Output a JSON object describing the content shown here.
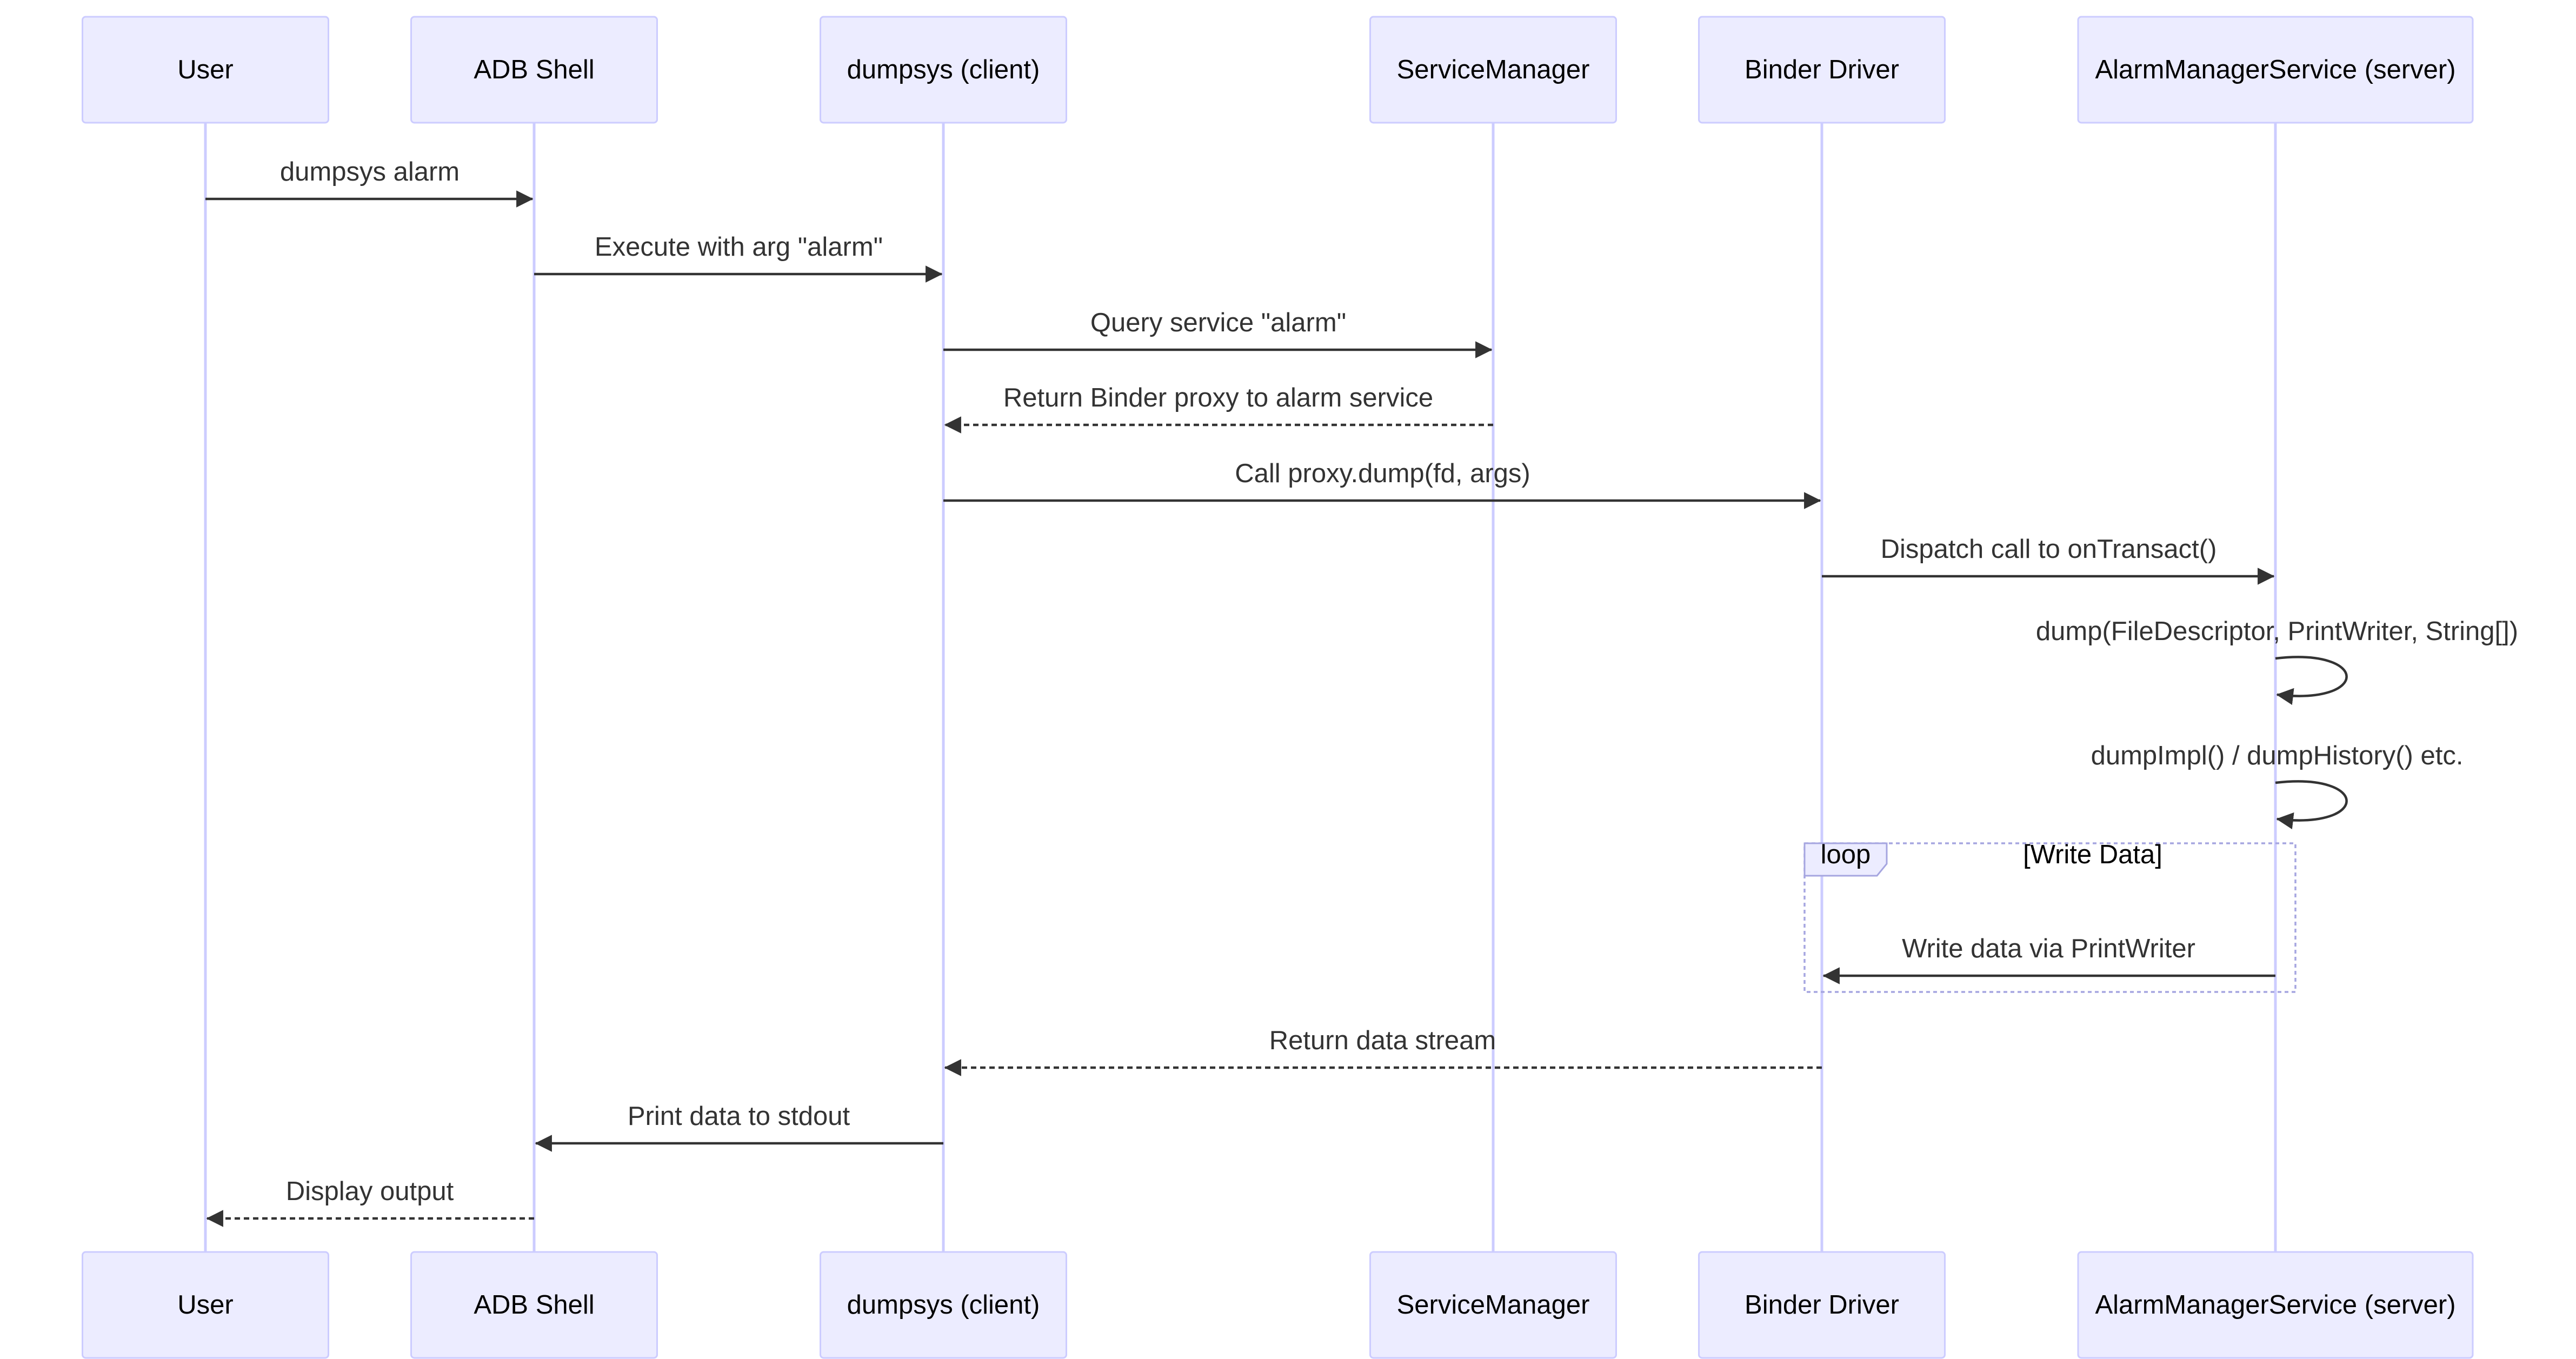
{
  "participants": [
    {
      "id": "user",
      "label": "User"
    },
    {
      "id": "adb",
      "label": "ADB Shell"
    },
    {
      "id": "dumpsys",
      "label": "dumpsys (client)"
    },
    {
      "id": "sm",
      "label": "ServiceManager"
    },
    {
      "id": "binder",
      "label": "Binder Driver"
    },
    {
      "id": "ams",
      "label": "AlarmManagerService (server)"
    }
  ],
  "messages": [
    {
      "from": "user",
      "to": "adb",
      "label": "dumpsys alarm",
      "style": "solid"
    },
    {
      "from": "adb",
      "to": "dumpsys",
      "label": "Execute with arg \"alarm\"",
      "style": "solid"
    },
    {
      "from": "dumpsys",
      "to": "sm",
      "label": "Query service \"alarm\"",
      "style": "solid"
    },
    {
      "from": "sm",
      "to": "dumpsys",
      "label": "Return Binder proxy to alarm service",
      "style": "dashed"
    },
    {
      "from": "dumpsys",
      "to": "binder",
      "label": "Call proxy.dump(fd, args)",
      "style": "solid"
    },
    {
      "from": "binder",
      "to": "ams",
      "label": "Dispatch call to onTransact()",
      "style": "solid"
    },
    {
      "from": "ams",
      "to": "ams",
      "label": "dump(FileDescriptor, PrintWriter, String[])",
      "style": "solid"
    },
    {
      "from": "ams",
      "to": "ams",
      "label": "dumpImpl() / dumpHistory() etc.",
      "style": "solid"
    },
    {
      "from": "ams",
      "to": "binder",
      "label": "Write data via PrintWriter",
      "style": "solid"
    },
    {
      "from": "binder",
      "to": "dumpsys",
      "label": "Return data stream",
      "style": "dashed"
    },
    {
      "from": "dumpsys",
      "to": "adb",
      "label": "Print data to stdout",
      "style": "solid"
    },
    {
      "from": "adb",
      "to": "user",
      "label": "Display output",
      "style": "dashed"
    }
  ],
  "loop": {
    "keyword": "loop",
    "condition": "[Write Data]"
  },
  "colors": {
    "actor_fill": "#ECECFF",
    "actor_border": "#CCCCFF",
    "lifeline": "#CCCCFF",
    "message": "#333333",
    "loop_border": "#A6A6E0"
  }
}
